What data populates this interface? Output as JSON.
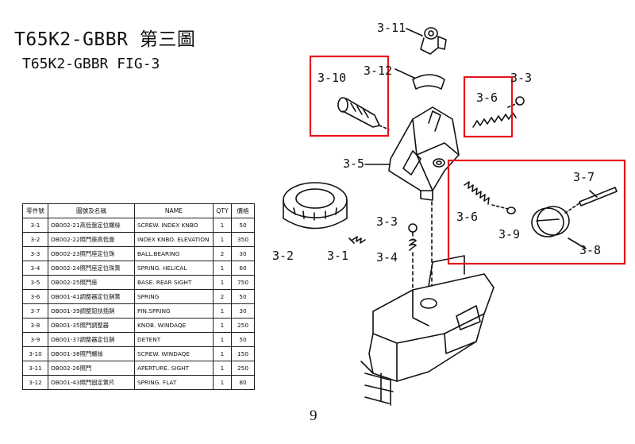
{
  "document": {
    "title_main": "T65K2-GBBR 第三圖",
    "title_sub": "T65K2-GBBR FIG-3",
    "page_number": "9"
  },
  "parts_table": {
    "headers": [
      "零件號",
      "圖號及名稱",
      "NAME",
      "QTY",
      "價格"
    ],
    "rows": [
      {
        "no": "3-1",
        "code": "OB002-21高低盤定位螺絲",
        "name": "SCREW. INDEX KNBO",
        "qty": "1",
        "price": "50"
      },
      {
        "no": "3-2",
        "code": "OB002-22照門座高低盤",
        "name": "INDEX KNBO. ELEVATION",
        "qty": "1",
        "price": "350"
      },
      {
        "no": "3-3",
        "code": "OB002-23照門座定位珠",
        "name": "BALL.BEARING",
        "qty": "2",
        "price": "30"
      },
      {
        "no": "3-4",
        "code": "OB002-24照門座定位珠簧",
        "name": "SPRING. HELICAL",
        "qty": "1",
        "price": "60"
      },
      {
        "no": "3-5",
        "code": "OB002-25照門座",
        "name": "BASE. REAR SIGHT",
        "qty": "1",
        "price": "750"
      },
      {
        "no": "3-6",
        "code": "OB001-41調整器定位銷簧",
        "name": "SPRING",
        "qty": "2",
        "price": "50"
      },
      {
        "no": "3-7",
        "code": "OB001-39調整鈕扶插銷",
        "name": "PIN.SPRING",
        "qty": "1",
        "price": "30"
      },
      {
        "no": "3-8",
        "code": "OB001-35照門調整器",
        "name": "KNOB. WINDAQE",
        "qty": "1",
        "price": "250"
      },
      {
        "no": "3-9",
        "code": "OB001-37調整器定位銷",
        "name": "DETENT",
        "qty": "1",
        "price": "50"
      },
      {
        "no": "3-10",
        "code": "OB001-38照門螺絲",
        "name": "SCREW. WINDAQE",
        "qty": "1",
        "price": "150"
      },
      {
        "no": "3-11",
        "code": "OB002-26照門",
        "name": "APERTURE. SIGHT",
        "qty": "1",
        "price": "250"
      },
      {
        "no": "3-12",
        "code": "OB001-43照門固定簧片",
        "name": "SPRING. FLAT",
        "qty": "1",
        "price": "80"
      }
    ]
  },
  "diagram": {
    "callouts": {
      "c3_11": "3-11",
      "c3_12": "3-12",
      "c3_10": "3-10",
      "c3_6a": "3-6",
      "c3_3a": "3-3",
      "c3_5": "3-5",
      "c3_7": "3-7",
      "c3_6b": "3-6",
      "c3_3b": "3-3",
      "c3_9": "3-9",
      "c3_2": "3-2",
      "c3_1": "3-1",
      "c3_4": "3-4",
      "c3_8": "3-8"
    },
    "highlight_color": "#e8141b"
  }
}
